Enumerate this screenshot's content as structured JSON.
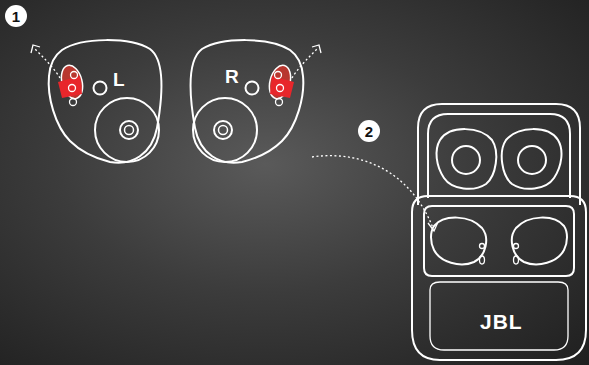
{
  "diagram": {
    "labels": [
      "1",
      "L",
      "R",
      "2",
      "JBL"
    ]
  }
}
